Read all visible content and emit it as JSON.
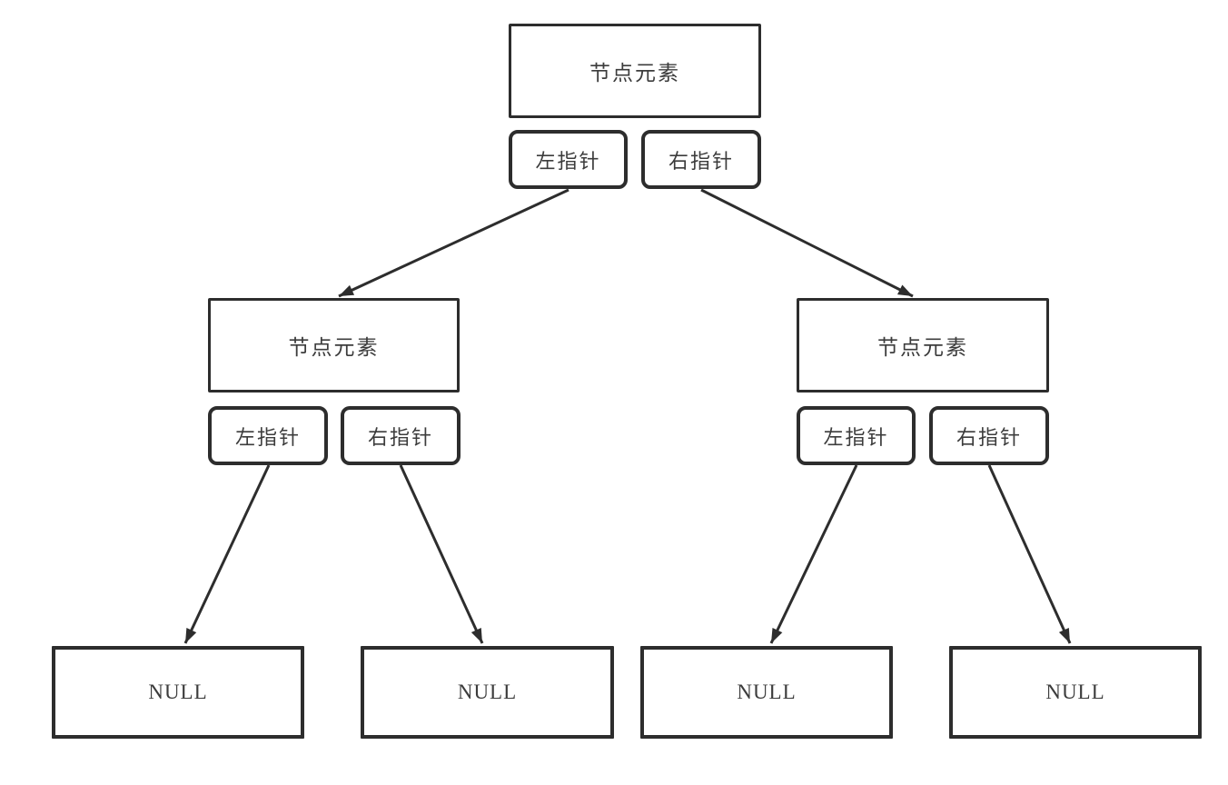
{
  "diagram": {
    "type": "binary-tree-node-structure",
    "colors": {
      "line": "#2d2d2d",
      "text": "#3c3c3c",
      "background": "#ffffff"
    },
    "nodes": {
      "root": {
        "element": "节点元素",
        "left_pointer": "左指针",
        "right_pointer": "右指针"
      },
      "left_child": {
        "element": "节点元素",
        "left_pointer": "左指针",
        "right_pointer": "右指针"
      },
      "right_child": {
        "element": "节点元素",
        "left_pointer": "左指针",
        "right_pointer": "右指针"
      },
      "leaves": {
        "null_1": "NULL",
        "null_2": "NULL",
        "null_3": "NULL",
        "null_4": "NULL"
      }
    },
    "edges": [
      {
        "from": "root.left_pointer",
        "to": "left_child.element"
      },
      {
        "from": "root.right_pointer",
        "to": "right_child.element"
      },
      {
        "from": "left_child.left_pointer",
        "to": "leaves.null_1"
      },
      {
        "from": "left_child.right_pointer",
        "to": "leaves.null_2"
      },
      {
        "from": "right_child.left_pointer",
        "to": "leaves.null_3"
      },
      {
        "from": "right_child.right_pointer",
        "to": "leaves.null_4"
      }
    ]
  }
}
